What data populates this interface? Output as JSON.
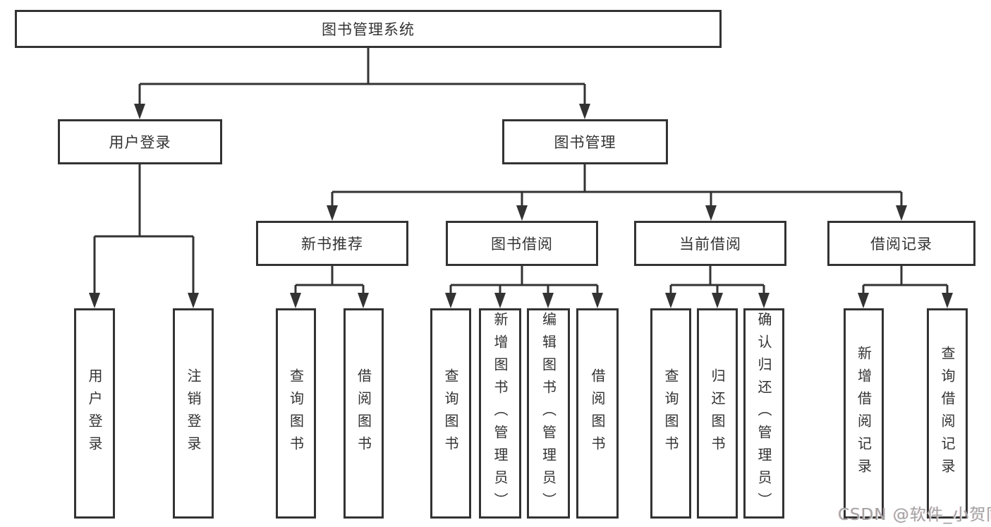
{
  "diagram": {
    "type": "org-tree",
    "root": {
      "label": "图书管理系统"
    },
    "level1": [
      {
        "id": "user-login",
        "label": "用户登录",
        "children": [
          {
            "label": "用户登录"
          },
          {
            "label": "注销登录"
          }
        ]
      },
      {
        "id": "book-management",
        "label": "图书管理",
        "sections": [
          {
            "id": "new-book-recommend",
            "label": "新书推荐",
            "children": [
              {
                "label": "查询图书"
              },
              {
                "label": "借阅图书"
              }
            ]
          },
          {
            "id": "book-borrowing",
            "label": "图书借阅",
            "children": [
              {
                "label": "查询图书"
              },
              {
                "label": "新增图书（管理员）"
              },
              {
                "label": "编辑图书（管理员）"
              },
              {
                "label": "借阅图书"
              }
            ]
          },
          {
            "id": "current-borrowing",
            "label": "当前借阅",
            "children": [
              {
                "label": "查询图书"
              },
              {
                "label": "归还图书"
              },
              {
                "label": "确认归还（管理员）"
              }
            ]
          },
          {
            "id": "borrowing-records",
            "label": "借阅记录",
            "children": [
              {
                "label": "新增借阅记录"
              },
              {
                "label": "查询借阅记录"
              }
            ]
          }
        ]
      }
    ]
  },
  "watermark": {
    "text": "CSDN @软件_小贺同学"
  },
  "colors": {
    "line": "#333333",
    "text": "#333333",
    "background": "#ffffff",
    "watermark": "#a3a3a3"
  }
}
